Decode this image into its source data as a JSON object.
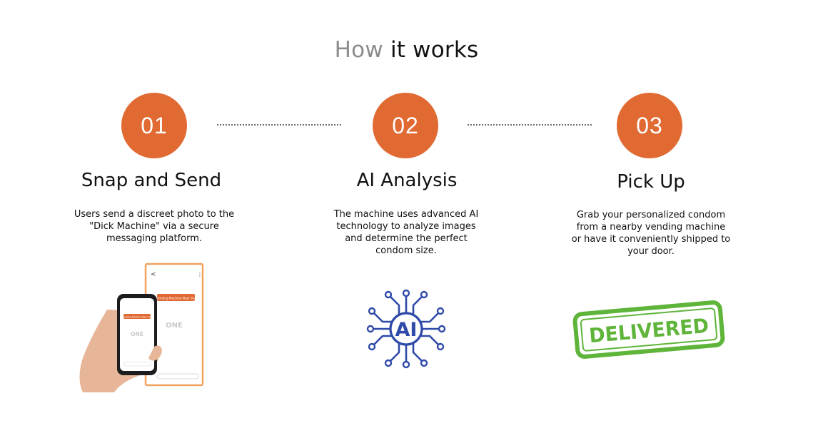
{
  "header": {
    "title_light": "How",
    "title_dark": "it works"
  },
  "steps": [
    {
      "number": "01",
      "title": "Snap and Send",
      "description": "Users send a discreet photo to the \"Dick Machine\" via a secure messaging platform.",
      "illustration": "phone-in-hand"
    },
    {
      "number": "02",
      "title": "AI Analysis",
      "description": "The machine uses advanced AI technology to analyze images and determine the perfect condom size.",
      "illustration": "ai-chip-icon"
    },
    {
      "number": "03",
      "title": "Pick Up",
      "description": "Grab your personalized condom from a nearby vending machine or have it conveniently shipped to your door.",
      "illustration": "delivered-stamp"
    }
  ],
  "phone_screen": {
    "back_glyph": "<",
    "menu_glyph": "⋮",
    "bubble_large": "Vending Machine Near You",
    "bubble_small": "Vending Machine Near You",
    "brand_large": "ONE",
    "brand_small": "ONE"
  },
  "ai_icon": {
    "label": "AI"
  },
  "stamp": {
    "label": "DELIVERED"
  },
  "colors": {
    "accent": "#e16a33",
    "ai_blue": "#2f4aa8",
    "stamp_green": "#5fb43a",
    "muted_title": "#8c8c8c"
  }
}
